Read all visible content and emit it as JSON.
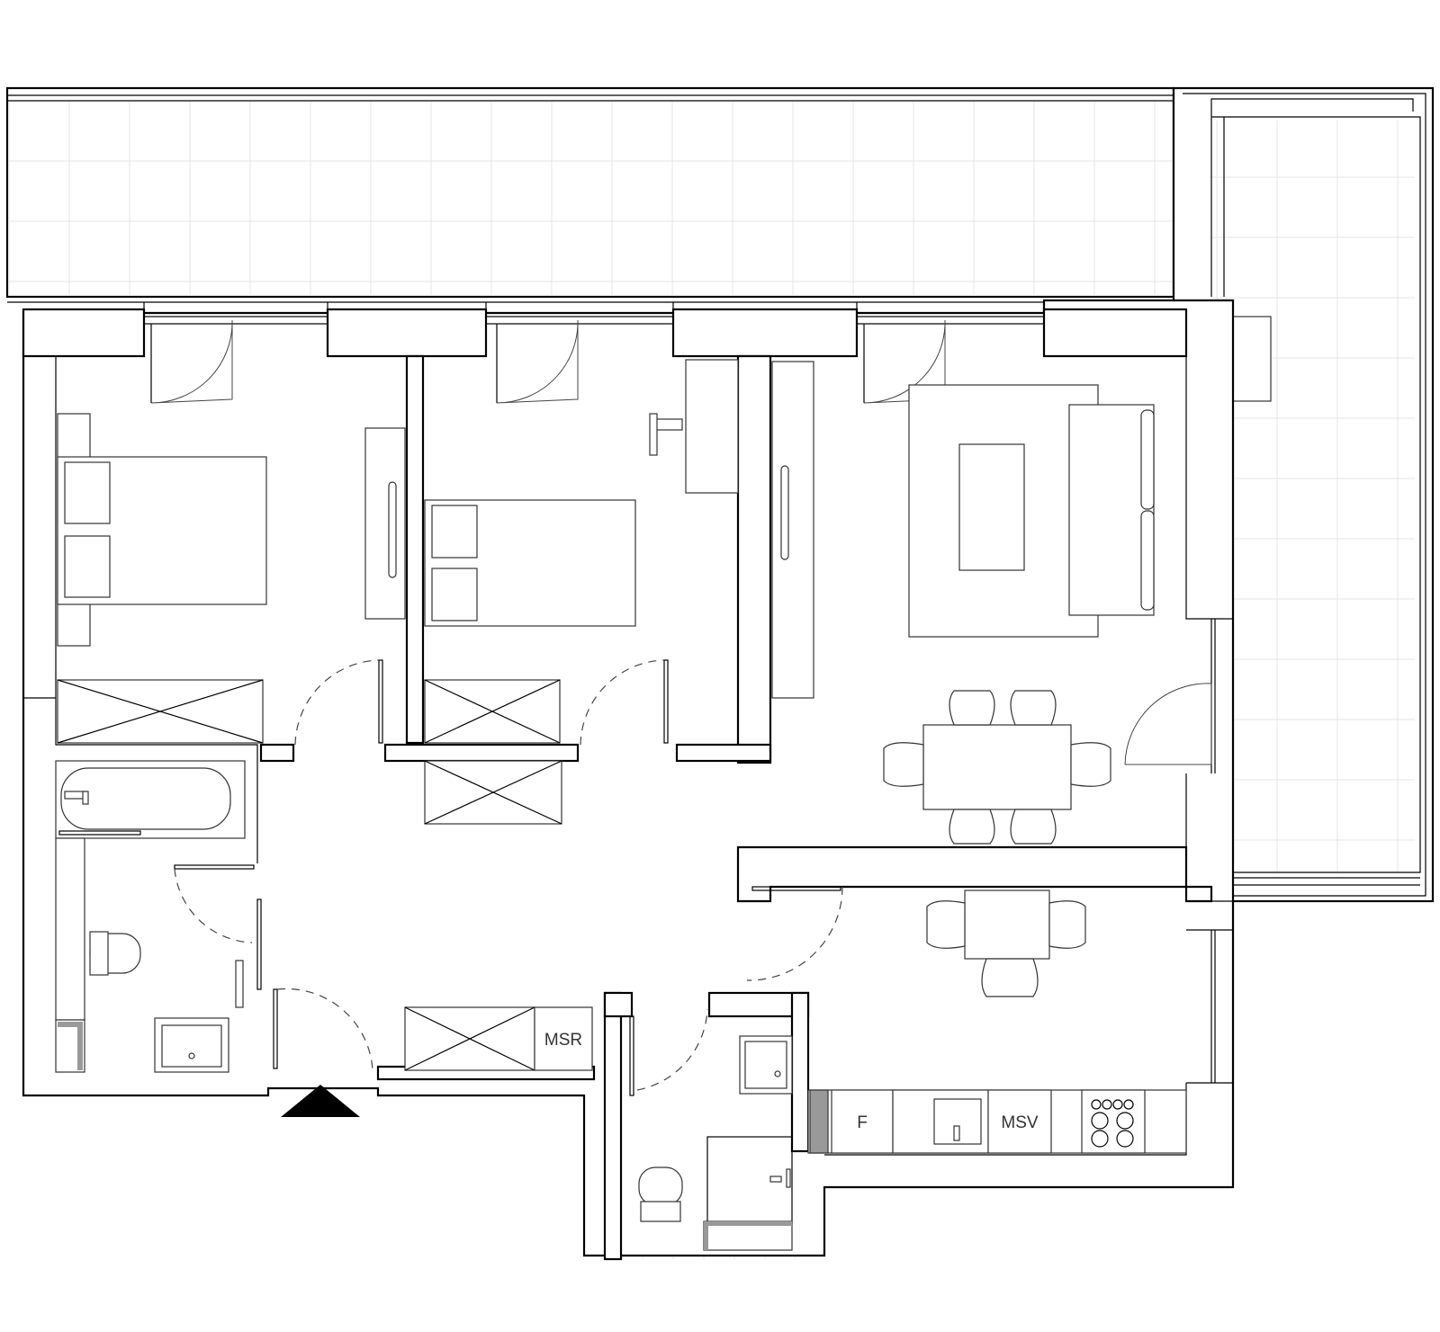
{
  "labels": {
    "hall_cabinet": "MSR",
    "kitchen_fridge": "F",
    "kitchen_dishwasher": "MSV"
  },
  "colors": {
    "wall_stroke": "#000000",
    "furniture_stroke": "#333333",
    "floor_pattern": "#e6e6e6",
    "entrance_marker": "#000000"
  },
  "icons": {
    "entrance": "entrance-triangle-icon"
  }
}
